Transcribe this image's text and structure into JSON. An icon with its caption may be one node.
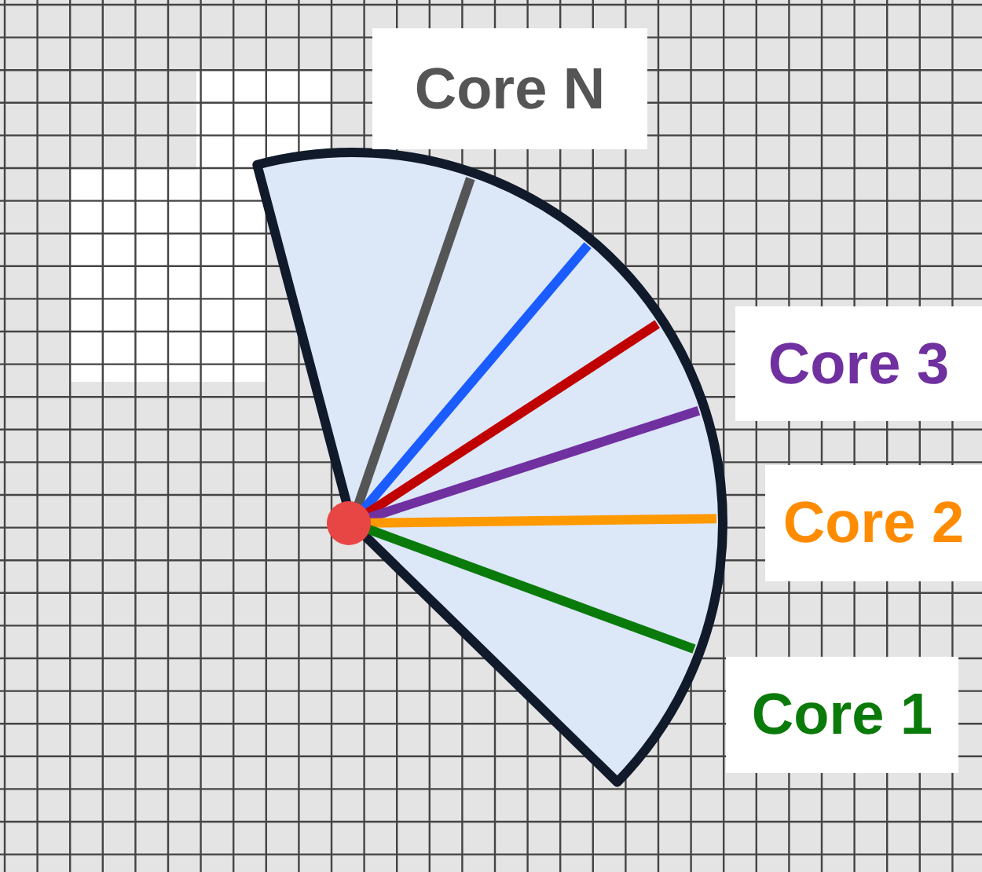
{
  "diagram": {
    "labels": [
      "Core N",
      "Core 3",
      "Core 2",
      "Core 1"
    ]
  }
}
